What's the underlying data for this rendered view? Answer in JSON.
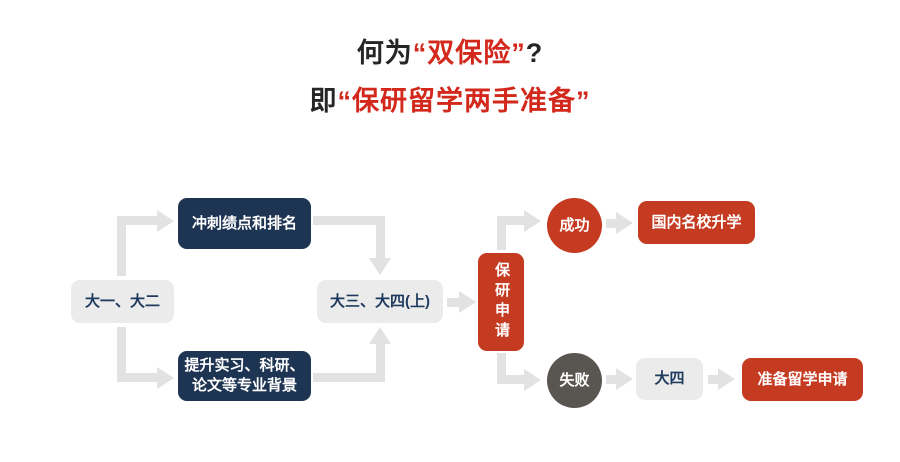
{
  "title": {
    "line1_prefix": "何为",
    "line1_highlight": "“双保险”",
    "line1_suffix": "?",
    "line2_prefix": "即",
    "line2_highlight": "“保研留学两手准备”"
  },
  "flowchart": {
    "nodes": {
      "year12": "大一、大二",
      "gpa": "冲刺绩点和排名",
      "background_line1": "提升实习、科研、",
      "background_line2": "论文等专业背景",
      "year34": "大三、大四(上)",
      "apply": "保研申请",
      "success": "成功",
      "domestic": "国内名校升学",
      "fail": "失败",
      "year4": "大四",
      "abroad": "准备留学申请"
    }
  },
  "colors": {
    "navy_box": "#1e3453",
    "navy_text": "#1e3a5e",
    "red_box": "#c53b22",
    "title_red": "#d3281c",
    "gray_box": "#ebebeb",
    "gray_circle": "#595551",
    "arrow_gray": "#e2e2e2",
    "title_black": "#262626"
  }
}
